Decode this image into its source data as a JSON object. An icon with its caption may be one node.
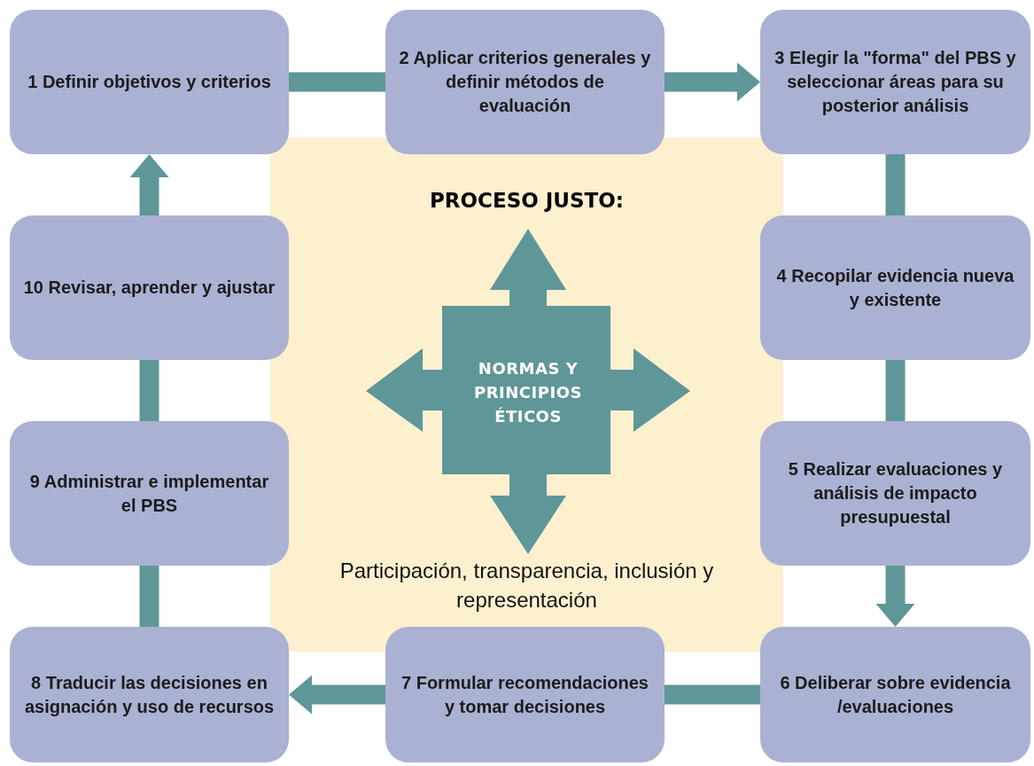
{
  "diagram": {
    "nodes": [
      {
        "text": [
          "**1** Definir objetivos y criterios"
        ]
      },
      {
        "text": [
          "**2** Aplicar criterios generales y definir métodos de evaluación"
        ]
      },
      {
        "text": [
          "**3** Elegir la \"forma\" del PBS y seleccionar áreas para su posterior análisis"
        ]
      },
      {
        "text": [
          "**4** Recopilar evidencia nueva y existente"
        ]
      },
      {
        "text": [
          "**5** Realizar evaluaciones y análisis de impacto presupuestal"
        ]
      },
      {
        "text": [
          "**6** Deliberar sobre evidencia /evaluaciones"
        ]
      },
      {
        "text": [
          "**7** Formular recomendaciones y tomar decisiones"
        ]
      },
      {
        "text": [
          "**8** Traducir las decisiones en asignación y uso de recursos"
        ]
      },
      {
        "text": [
          "**9** Administrar e implementar el PBS"
        ]
      },
      {
        "text": [
          "**10** Revisar, aprender y ajustar"
        ]
      },
      {
        "text": [
          "PROCESO JUSTO:",
          "Participación, transparencia, inclusión y representación"
        ]
      },
      {
        "text": [
          "NORMAS Y PRINCIPIOS ÉTICOS"
        ],
        "in": 10
      }
    ],
    "edges": [
      {
        "from": 0,
        "to": 1,
        "arrow": "none"
      },
      {
        "from": 1,
        "to": 2,
        "arrow": "to"
      },
      {
        "from": 2,
        "to": 3,
        "arrow": "none"
      },
      {
        "from": 3,
        "to": 4,
        "arrow": "none"
      },
      {
        "from": 4,
        "to": 5,
        "arrow": "to"
      },
      {
        "from": 5,
        "to": 6,
        "arrow": "none"
      },
      {
        "from": 6,
        "to": 7,
        "arrow": "to"
      },
      {
        "from": 7,
        "to": 8,
        "arrow": "none"
      },
      {
        "from": 8,
        "to": 9,
        "arrow": "none"
      },
      {
        "from": 9,
        "to": 0,
        "arrow": "to"
      }
    ]
  }
}
